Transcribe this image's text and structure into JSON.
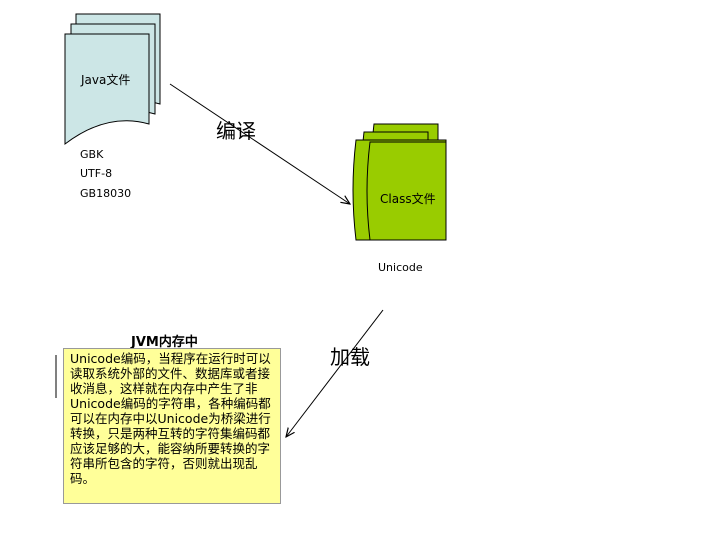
{
  "java_file": {
    "label": "Java文件",
    "encodings": [
      "GBK",
      "UTF-8",
      "GB18030"
    ]
  },
  "compile_label": "编译",
  "class_file": {
    "label": "Class文件",
    "encoding": "Unicode"
  },
  "load_label": "加载",
  "jvm_memory": {
    "title": "JVM内存中",
    "description": "Unicode编码，当程序在运行时可以读取系统外部的文件、数据库或者接收消息，这样就在内存中产生了非Unicode编码的字符串，各种编码都可以在内存中以Unicode为桥梁进行转换，只是两种互转的字符集编码都应该足够的大，能容纳所要转换的字符串所包含的字符，否则就出现乱码。"
  },
  "colors": {
    "java_doc_fill": "#cce6e6",
    "class_doc_fill": "#99cc00",
    "note_fill": "#ffff99"
  }
}
